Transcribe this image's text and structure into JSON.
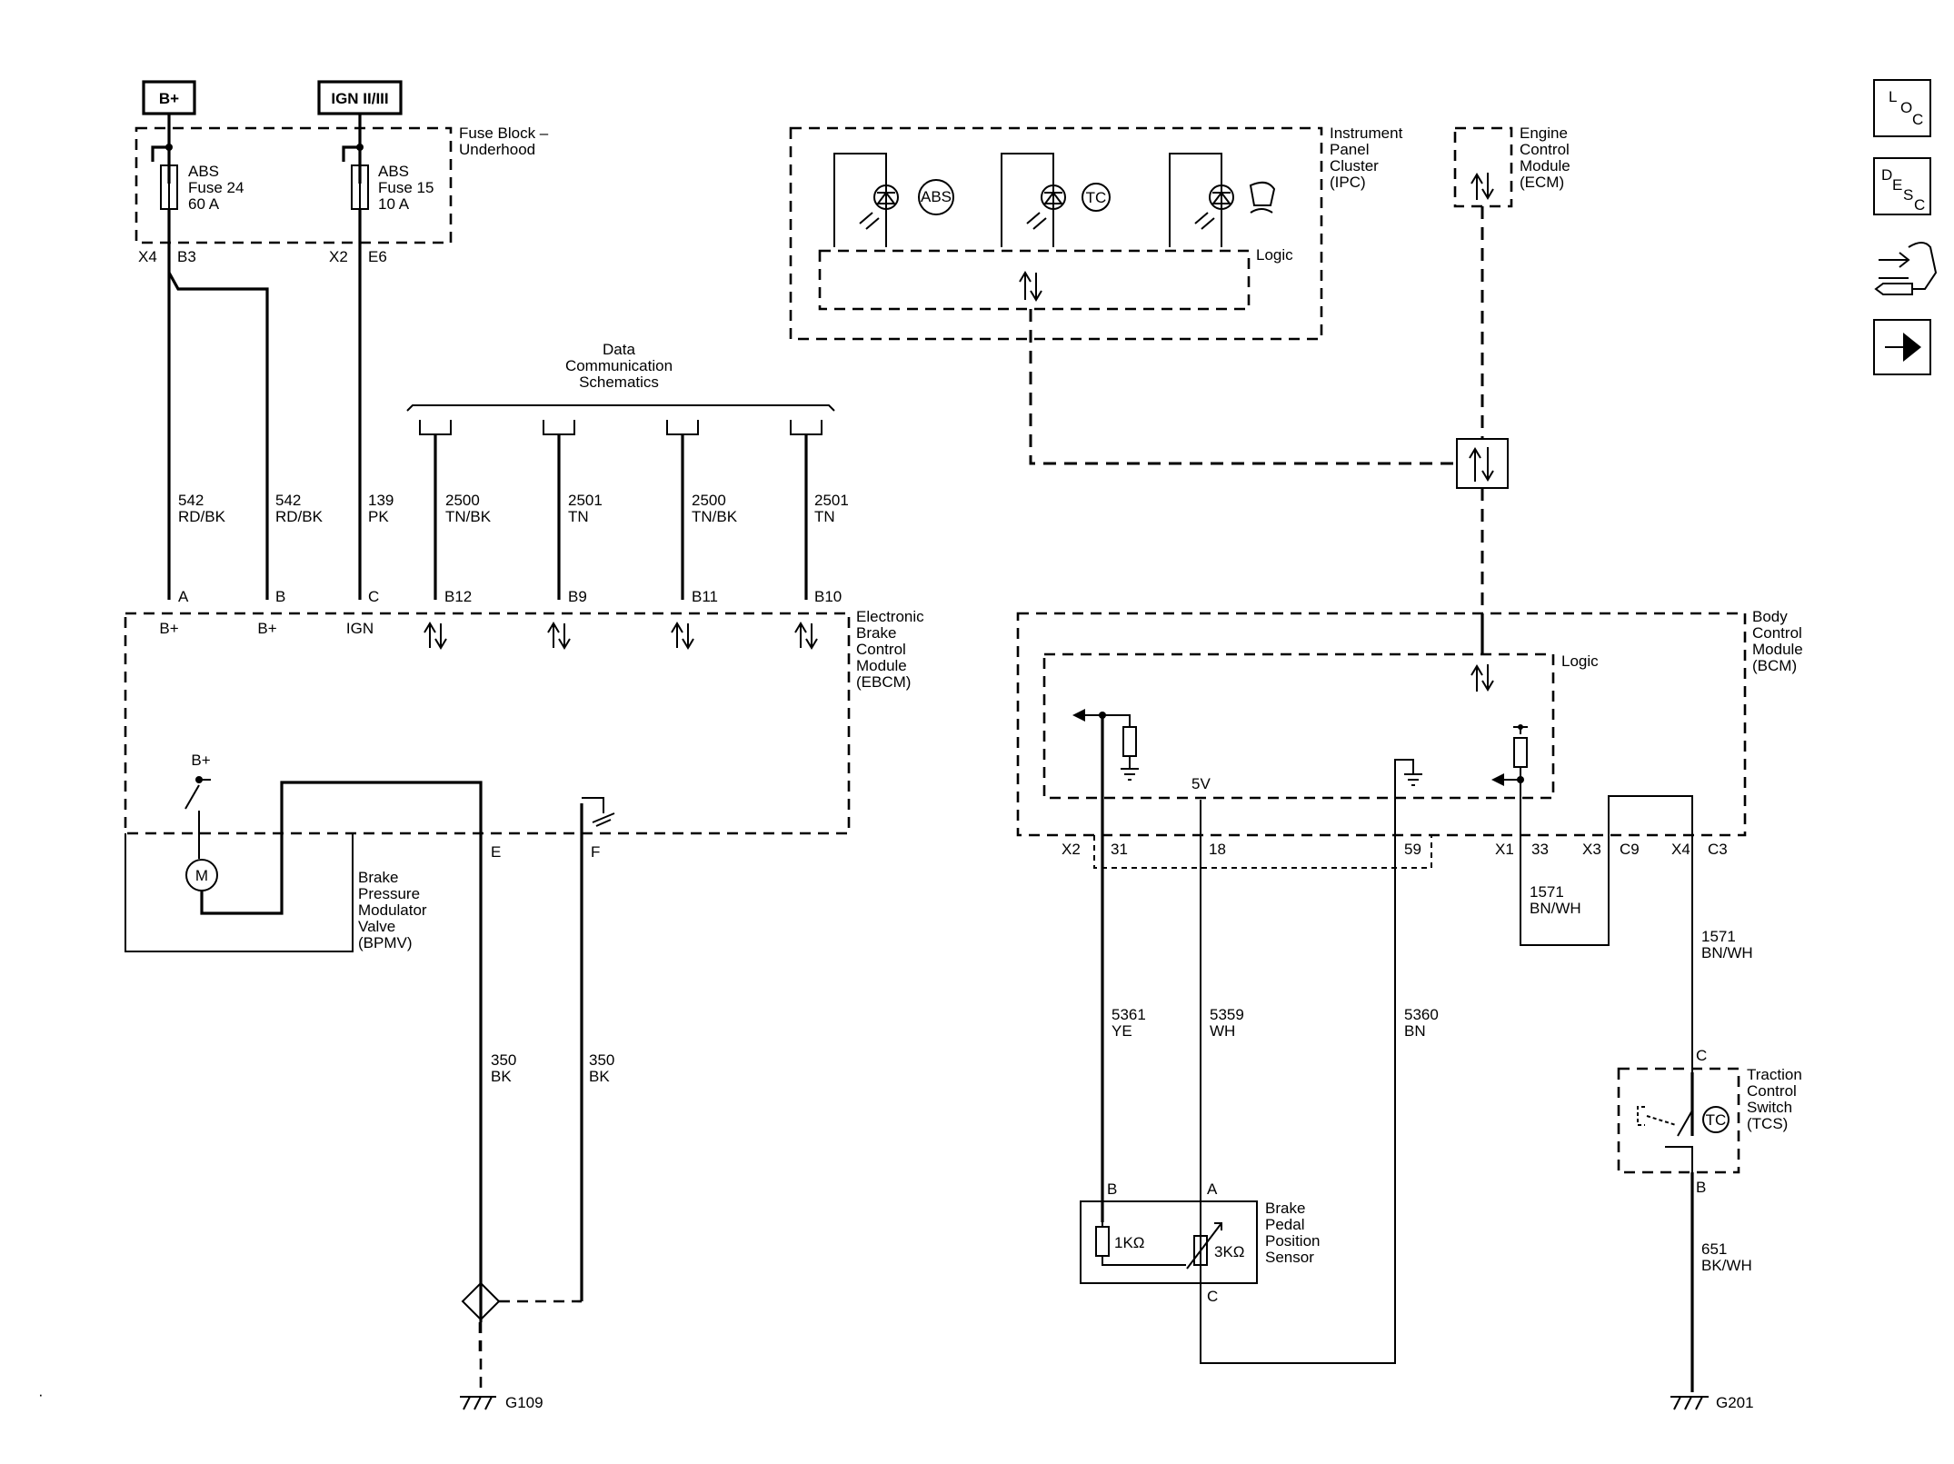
{
  "power_sources": {
    "batt": "B+",
    "ign": "IGN II/III"
  },
  "fuse_block": {
    "title": [
      "Fuse Block –",
      "Underhood"
    ],
    "fuse_24": [
      "ABS",
      "Fuse 24",
      "60 A"
    ],
    "fuse_15": [
      "ABS",
      "Fuse 15",
      "10 A"
    ],
    "conn": {
      "x4": "X4",
      "b3": "B3",
      "x2": "X2",
      "e6": "E6"
    }
  },
  "ipc": {
    "title": [
      "Instrument",
      "Panel",
      "Cluster",
      "(IPC)"
    ],
    "logic": "Logic",
    "icons": {
      "abs": "ABS",
      "tc": "TC"
    }
  },
  "ecm": {
    "title": [
      "Engine",
      "Control",
      "Module",
      "(ECM)"
    ]
  },
  "data_comm": {
    "title": [
      "Data",
      "Communication",
      "Schematics"
    ]
  },
  "wires": {
    "w1": [
      "542",
      "RD/BK"
    ],
    "w2": [
      "542",
      "RD/BK"
    ],
    "w3": [
      "139",
      "PK"
    ],
    "w4": [
      "2500",
      "TN/BK"
    ],
    "w5": [
      "2501",
      "TN"
    ],
    "w6": [
      "2500",
      "TN/BK"
    ],
    "w7": [
      "2501",
      "TN"
    ],
    "w8": [
      "350",
      "BK"
    ],
    "w9": [
      "350",
      "BK"
    ],
    "w10": [
      "5361",
      "YE"
    ],
    "w11": [
      "5359",
      "WH"
    ],
    "w12": [
      "5360",
      "BN"
    ],
    "w13": [
      "1571",
      "BN/WH"
    ],
    "w14": [
      "1571",
      "BN/WH"
    ],
    "w15": [
      "651",
      "BK/WH"
    ]
  },
  "ebcm": {
    "title": [
      "Electronic",
      "Brake",
      "Control",
      "Module",
      "(EBCM)"
    ],
    "pins": {
      "a": "A",
      "b": "B",
      "c": "C",
      "b12": "B12",
      "b9": "B9",
      "b11": "B11",
      "b10": "B10",
      "e": "E",
      "f": "F"
    },
    "inner": {
      "bplus1": "B+",
      "bplus2": "B+",
      "ign": "IGN",
      "bplus3": "B+",
      "motor": "M"
    }
  },
  "bpmv": {
    "title": [
      "Brake",
      "Pressure",
      "Modulator",
      "Valve",
      "(BPMV)"
    ]
  },
  "bcm": {
    "title": [
      "Body",
      "Control",
      "Module",
      "(BCM)"
    ],
    "logic": "Logic",
    "v5": "5V",
    "pins": {
      "x2": "X2",
      "p31": "31",
      "p18": "18",
      "p59": "59",
      "x1": "X1",
      "p33": "33",
      "x3": "X3",
      "c9": "C9",
      "x4": "X4",
      "c3": "C3"
    }
  },
  "bpps": {
    "title": [
      "Brake",
      "Pedal",
      "Position",
      "Sensor"
    ],
    "r1": "1KΩ",
    "r2": "3KΩ",
    "pins": {
      "b": "B",
      "a": "A",
      "c": "C"
    }
  },
  "tcs": {
    "title": [
      "Traction",
      "Control",
      "Switch",
      "(TCS)"
    ],
    "pins": {
      "c": "C",
      "b": "B"
    },
    "icon": "TC"
  },
  "grounds": {
    "g109": "G109",
    "g201": "G201"
  },
  "toolbar": {
    "loc": [
      "L",
      "O",
      "C"
    ],
    "desc": [
      "D",
      "E",
      "S",
      "C"
    ],
    "icons": [
      "location-icon",
      "description-icon",
      "connector-view-icon",
      "next-arrow-icon"
    ]
  }
}
